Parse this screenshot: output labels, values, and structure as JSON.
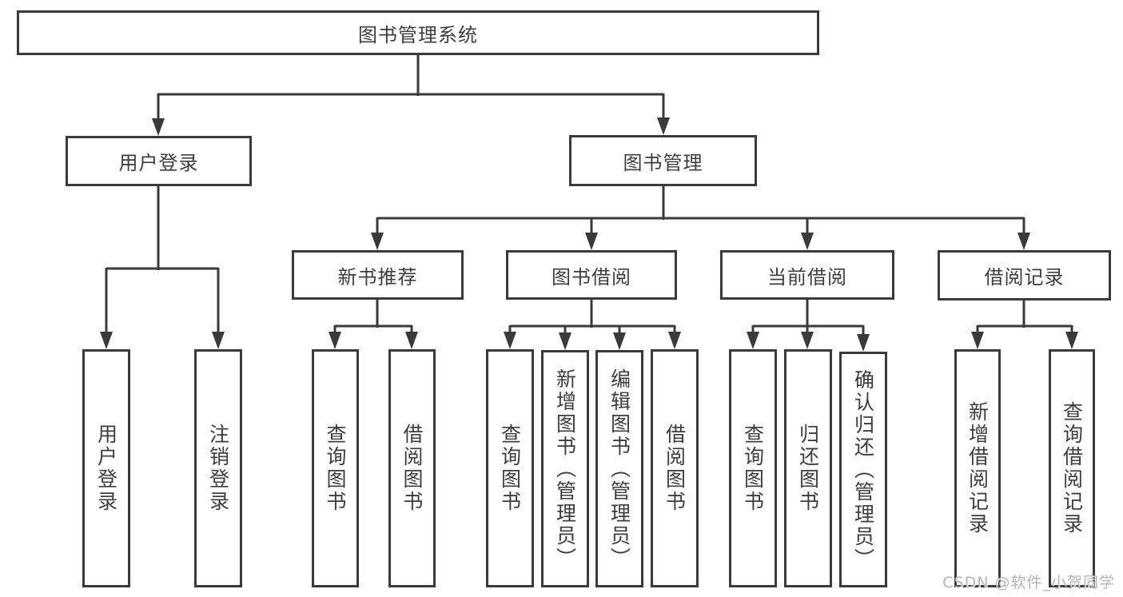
{
  "colors": {
    "line": "#3a3a3a",
    "text": "#3d3d3d",
    "watermark": "#b5b5b5"
  },
  "watermark": {
    "text": "CSDN @软件_小贺同学"
  },
  "diagram": {
    "type": "hierarchy-tree",
    "title": "图书管理系统",
    "nodes": {
      "root": {
        "label": "图书管理系统"
      },
      "login": {
        "label": "用户登录"
      },
      "mgmt": {
        "label": "图书管理"
      },
      "rec": {
        "label": "新书推荐"
      },
      "bb": {
        "label": "图书借阅"
      },
      "cb": {
        "label": "当前借阅"
      },
      "br": {
        "label": "借阅记录"
      },
      "login_user": {
        "label": "用户登录"
      },
      "login_logout": {
        "label": "注销登录"
      },
      "rec_query": {
        "label": "查询图书"
      },
      "rec_borrow": {
        "label": "借阅图书"
      },
      "bb_query": {
        "label": "查询图书"
      },
      "bb_add": {
        "label": "新增图书（管理员）"
      },
      "bb_edit": {
        "label": "编辑图书（管理员）"
      },
      "bb_borrow": {
        "label": "借阅图书"
      },
      "cb_query": {
        "label": "查询图书"
      },
      "cb_return": {
        "label": "归还图书"
      },
      "cb_confirm": {
        "label": "确认归还（管理员）"
      },
      "br_add": {
        "label": "新增借阅记录"
      },
      "br_query": {
        "label": "查询借阅记录"
      }
    },
    "structure": {
      "root": {
        "login": [
          "login_user",
          "login_logout"
        ],
        "mgmt": {
          "rec": [
            "rec_query",
            "rec_borrow"
          ],
          "bb": [
            "bb_query",
            "bb_add",
            "bb_edit",
            "bb_borrow"
          ],
          "cb": [
            "cb_query",
            "cb_return",
            "cb_confirm"
          ],
          "br": [
            "br_add",
            "br_query"
          ]
        }
      }
    }
  }
}
